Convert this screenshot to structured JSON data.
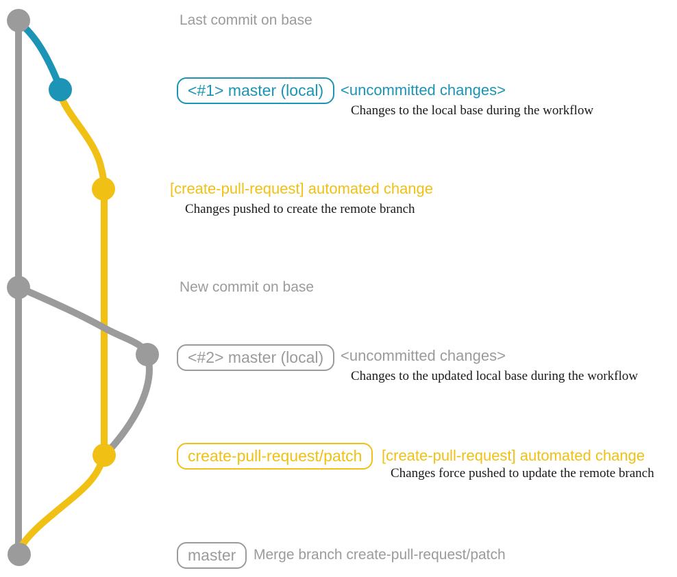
{
  "colors": {
    "base_gray": "#9b9b9b",
    "local_master_blue": "#1b94b6",
    "patch_yellow": "#f0c114",
    "note_text": "#1a1a1a",
    "background": "#ffffff"
  },
  "rows": {
    "last_base": {
      "label": "Last commit on base"
    },
    "local_1": {
      "box": "<#1> master (local)",
      "title": "<uncommitted changes>",
      "desc": "Changes to the local base during the workflow"
    },
    "patch_1": {
      "title": "[create-pull-request] automated change",
      "desc": "Changes pushed to create the remote branch"
    },
    "new_base": {
      "label": "New commit on base"
    },
    "local_2": {
      "box": "<#2> master (local)",
      "title": "<uncommitted changes>",
      "desc": "Changes to the updated local base during the workflow"
    },
    "patch_2": {
      "box": "create-pull-request/patch",
      "title": "[create-pull-request] automated change",
      "desc": "Changes force pushed to update the remote branch"
    },
    "merge": {
      "box": "master",
      "label": "Merge branch create-pull-request/patch"
    }
  }
}
